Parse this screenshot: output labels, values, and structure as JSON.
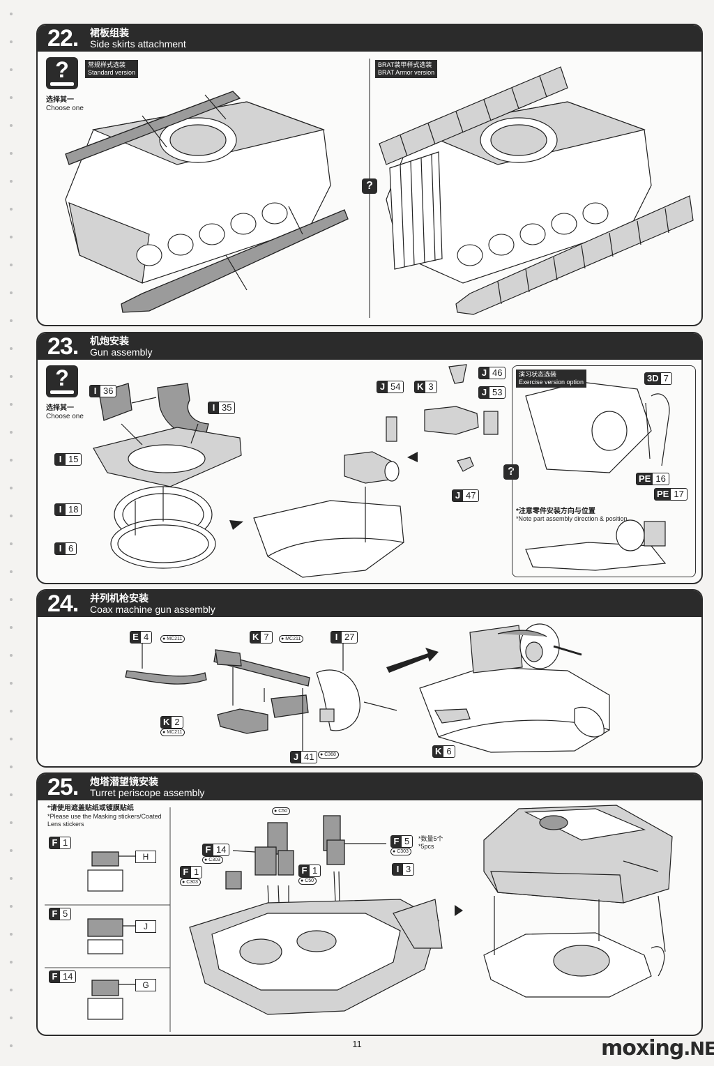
{
  "steps": [
    {
      "num": "22.",
      "zh": "裙板组装",
      "en": "Side skirts attachment",
      "choose_zh": "选择其一",
      "choose_en": "Choose one",
      "option_a": {
        "zh": "常规样式选装",
        "en": "Standard version"
      },
      "option_b": {
        "zh": "BRAT装甲样式选装",
        "en": "BRAT Armor version"
      }
    },
    {
      "num": "23.",
      "zh": "机炮安装",
      "en": "Gun assembly",
      "choose_zh": "选择其一",
      "choose_en": "Choose one",
      "parts": [
        {
          "letter": "I",
          "num": "36"
        },
        {
          "letter": "I",
          "num": "35"
        },
        {
          "letter": "I",
          "num": "15"
        },
        {
          "letter": "I",
          "num": "18"
        },
        {
          "letter": "I",
          "num": "6"
        },
        {
          "letter": "J",
          "num": "54"
        },
        {
          "letter": "K",
          "num": "3"
        },
        {
          "letter": "J",
          "num": "46"
        },
        {
          "letter": "J",
          "num": "53"
        },
        {
          "letter": "J",
          "num": "47"
        }
      ],
      "exercise": {
        "zh": "演习状态选装",
        "en": "Exercise version option",
        "parts": [
          {
            "letter": "3D",
            "num": "7"
          },
          {
            "letter": "PE",
            "num": "16"
          },
          {
            "letter": "PE",
            "num": "17"
          }
        ],
        "note_zh": "*注意零件安装方向与位置",
        "note_en": "*Note part assembly direction & position"
      }
    },
    {
      "num": "24.",
      "zh": "并列机枪安装",
      "en": "Coax machine gun assembly",
      "parts": [
        {
          "letter": "E",
          "num": "4",
          "paint": "MC211"
        },
        {
          "letter": "K",
          "num": "7",
          "paint": "MC211"
        },
        {
          "letter": "I",
          "num": "27"
        },
        {
          "letter": "K",
          "num": "2",
          "paint": "MC211"
        },
        {
          "letter": "J",
          "num": "41",
          "paint": "C368"
        },
        {
          "letter": "K",
          "num": "6"
        }
      ]
    },
    {
      "num": "25.",
      "zh": "炮塔潜望镜安装",
      "en": "Turret periscope assembly",
      "masking": {
        "zh": "*请使用遮盖贴纸或镀膜贴纸",
        "en": "*Please use the Masking stickers/Coated Lens stickers",
        "items": [
          {
            "letter": "F",
            "num": "1",
            "label": "H"
          },
          {
            "letter": "F",
            "num": "5",
            "label": "J"
          },
          {
            "letter": "F",
            "num": "14",
            "label": "G"
          }
        ]
      },
      "parts": [
        {
          "letter": "F",
          "num": "14",
          "paint": "C303"
        },
        {
          "letter": "F",
          "num": "1",
          "paint": "C303"
        },
        {
          "letter": "F",
          "num": "1",
          "paint": "C50"
        },
        {
          "letter": "F",
          "num": "5",
          "paint": "C303"
        },
        {
          "letter": "I",
          "num": "3"
        }
      ],
      "top_paint": "C50",
      "qty_zh": "*数量5个",
      "qty_en": "*5pcs"
    }
  ],
  "page_number": "11",
  "watermark": {
    "main": "moxing",
    "suffix": ".NET"
  }
}
